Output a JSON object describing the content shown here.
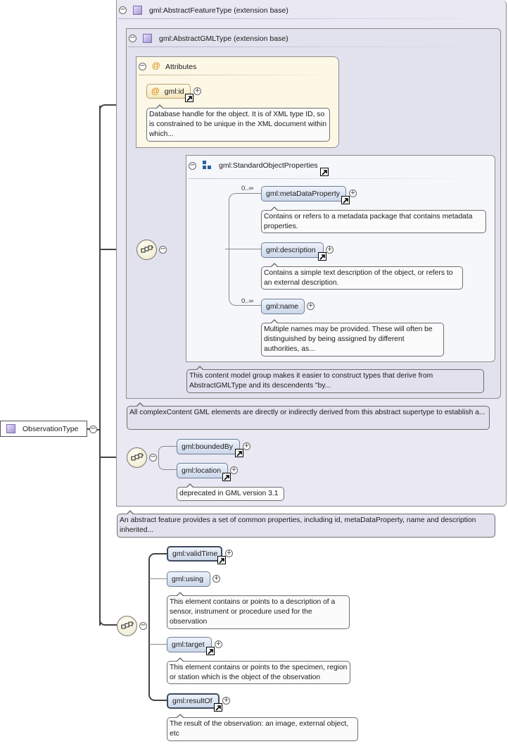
{
  "root": {
    "label": "ObservationType"
  },
  "feature_type": {
    "title": "gml:AbstractFeatureType (extension base)",
    "note": "An abstract feature provides a set of common properties, including id, metaDataProperty, name and description inherited..."
  },
  "gml_type": {
    "title": "gml:AbstractGMLType (extension base)",
    "note": "All complexContent GML elements are directly or indirectly derived from this abstract supertype to establish a..."
  },
  "attributes": {
    "title": "Attributes",
    "id": {
      "label": "gml:id",
      "note": "Database handle for the object. It is of XML type ID, so is constrained to be unique in the XML document within which..."
    }
  },
  "standard_props": {
    "title": "gml:StandardObjectProperties",
    "note": "This content model group makes it easier to construct types that derive from AbstractGMLType and its descendents \"by...",
    "items": [
      {
        "label": "gml:metaDataProperty",
        "card": "0..∞",
        "note": "Contains or refers to a metadata package that contains metadata properties."
      },
      {
        "label": "gml:description",
        "card": "",
        "note": "Contains a simple text description of the object, or refers to an external description."
      },
      {
        "label": "gml:name",
        "card": "0..∞",
        "note": "Multiple names may be provided. These will often be distinguished by being assigned by different authorities, as..."
      }
    ]
  },
  "feature_seq": {
    "items": [
      {
        "label": "gml:boundedBy"
      },
      {
        "label": "gml:location",
        "note": "deprecated in GML version 3.1"
      }
    ]
  },
  "observation_seq": {
    "items": [
      {
        "label": "gml:validTime"
      },
      {
        "label": "gml:using",
        "note": "This element contains or points to a description of a sensor, instrument or procedure used for the observation"
      },
      {
        "label": "gml:target",
        "note": "This element contains or points to the specimen, region or station which is the object of the observation"
      },
      {
        "label": "gml:resultOf",
        "note": "The result of the observation: an image, external object, etc"
      }
    ]
  },
  "colors": {
    "panel": "#e9e8f3",
    "attributes_bg": "#fdf7e6",
    "element_bg": "#cbd7ea",
    "note_bg": "#e3e1ee"
  },
  "icons": [
    "complex-type-icon",
    "collapse-icon",
    "expand-icon",
    "attribute-icon",
    "group-icon",
    "sequence-icon",
    "link-arrow-icon"
  ]
}
